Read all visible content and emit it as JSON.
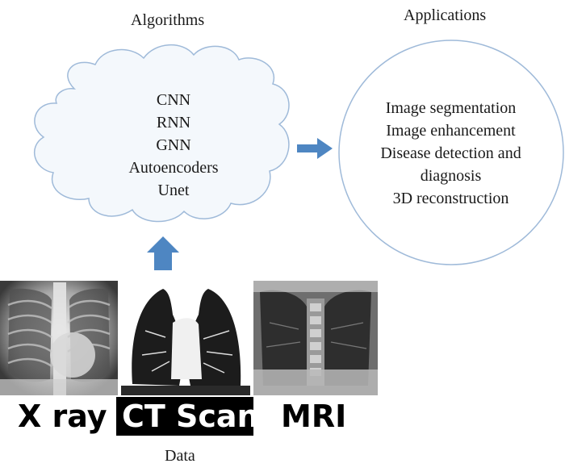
{
  "algorithms": {
    "title": "Algorithms",
    "items": [
      "CNN",
      "RNN",
      "GNN",
      "Autoencoders",
      "Unet"
    ]
  },
  "applications": {
    "title": "Applications",
    "items": [
      "Image segmentation",
      "Image enhancement",
      "Disease detection and",
      "diagnosis",
      "3D reconstruction"
    ]
  },
  "data": {
    "title": "Data",
    "modalities": [
      "X ray",
      "CT Scan",
      "MRI"
    ]
  },
  "colors": {
    "arrow": "#4e86c2",
    "shape_outline": "#9fbad9",
    "cloud_fill": "#f4f8fc"
  }
}
